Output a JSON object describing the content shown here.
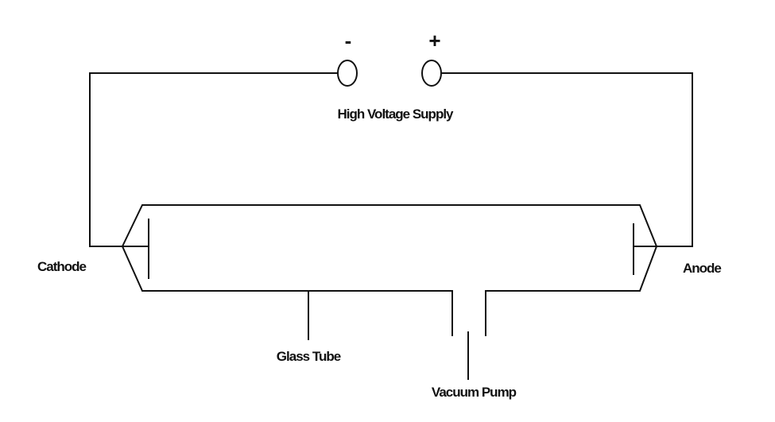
{
  "diagram": {
    "terminals": {
      "negative_sign": "-",
      "positive_sign": "+"
    },
    "labels": {
      "supply": "High Voltage Supply",
      "cathode": "Cathode",
      "anode": "Anode",
      "glass_tube": "Glass Tube",
      "vacuum_pump": "Vacuum Pump"
    },
    "colors": {
      "line": "#111111",
      "background": "#ffffff"
    }
  }
}
